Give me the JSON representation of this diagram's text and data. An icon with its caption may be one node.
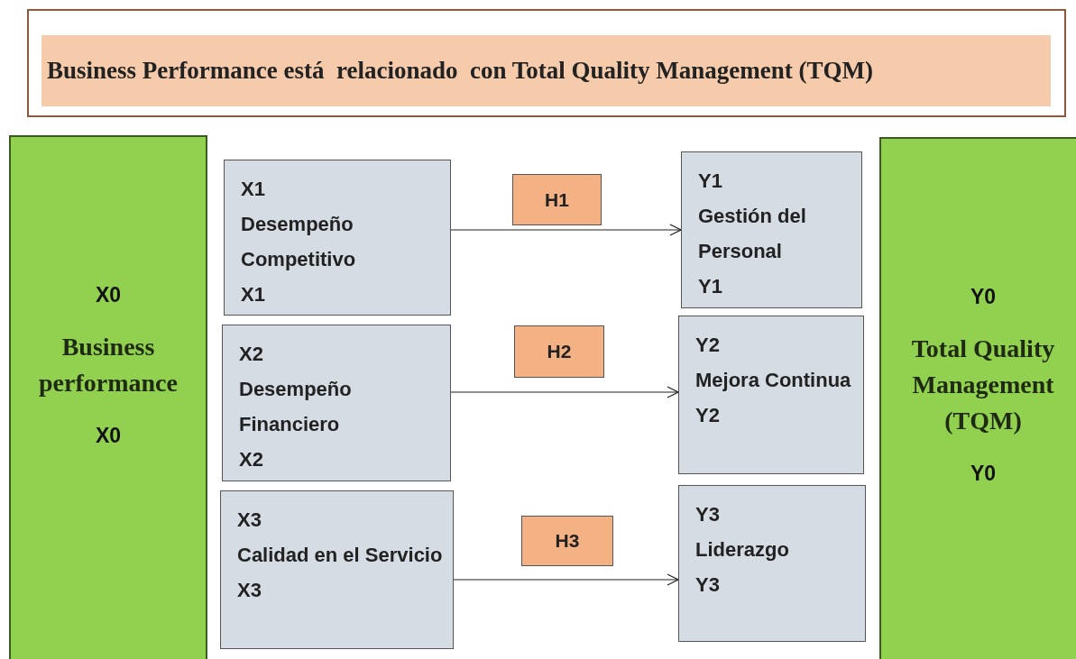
{
  "diagram": {
    "nodes": [
      {
        "text": [
          "Business Performance está  relacionado  con Total Quality Management (TQM)"
        ]
      },
      {
        "text": [
          "X0",
          "Business performance",
          "X0"
        ]
      },
      {
        "text": [
          "X1",
          "Desempeño Competitivo",
          "X1"
        ]
      },
      {
        "text": [
          "H1"
        ]
      },
      {
        "text": [
          "Y1",
          "Gestión del Personal",
          "Y1"
        ]
      },
      {
        "text": [
          "X2",
          "Desempeño Financiero",
          "X2"
        ]
      },
      {
        "text": [
          "H2"
        ]
      },
      {
        "text": [
          "Y2",
          "Mejora Continua",
          "Y2"
        ]
      },
      {
        "text": [
          "X3",
          "Calidad en el Servicio",
          "X3"
        ]
      },
      {
        "text": [
          "H3"
        ]
      },
      {
        "text": [
          "Y3",
          "Liderazgo",
          "Y3"
        ]
      },
      {
        "text": [
          "Y0",
          "Total Quality Management (TQM)",
          "Y0"
        ]
      }
    ],
    "edges": [
      {
        "from": 2,
        "to": 4,
        "arrow": "to"
      },
      {
        "from": 5,
        "to": 7,
        "arrow": "to"
      },
      {
        "from": 8,
        "to": 10,
        "arrow": "to"
      }
    ]
  }
}
